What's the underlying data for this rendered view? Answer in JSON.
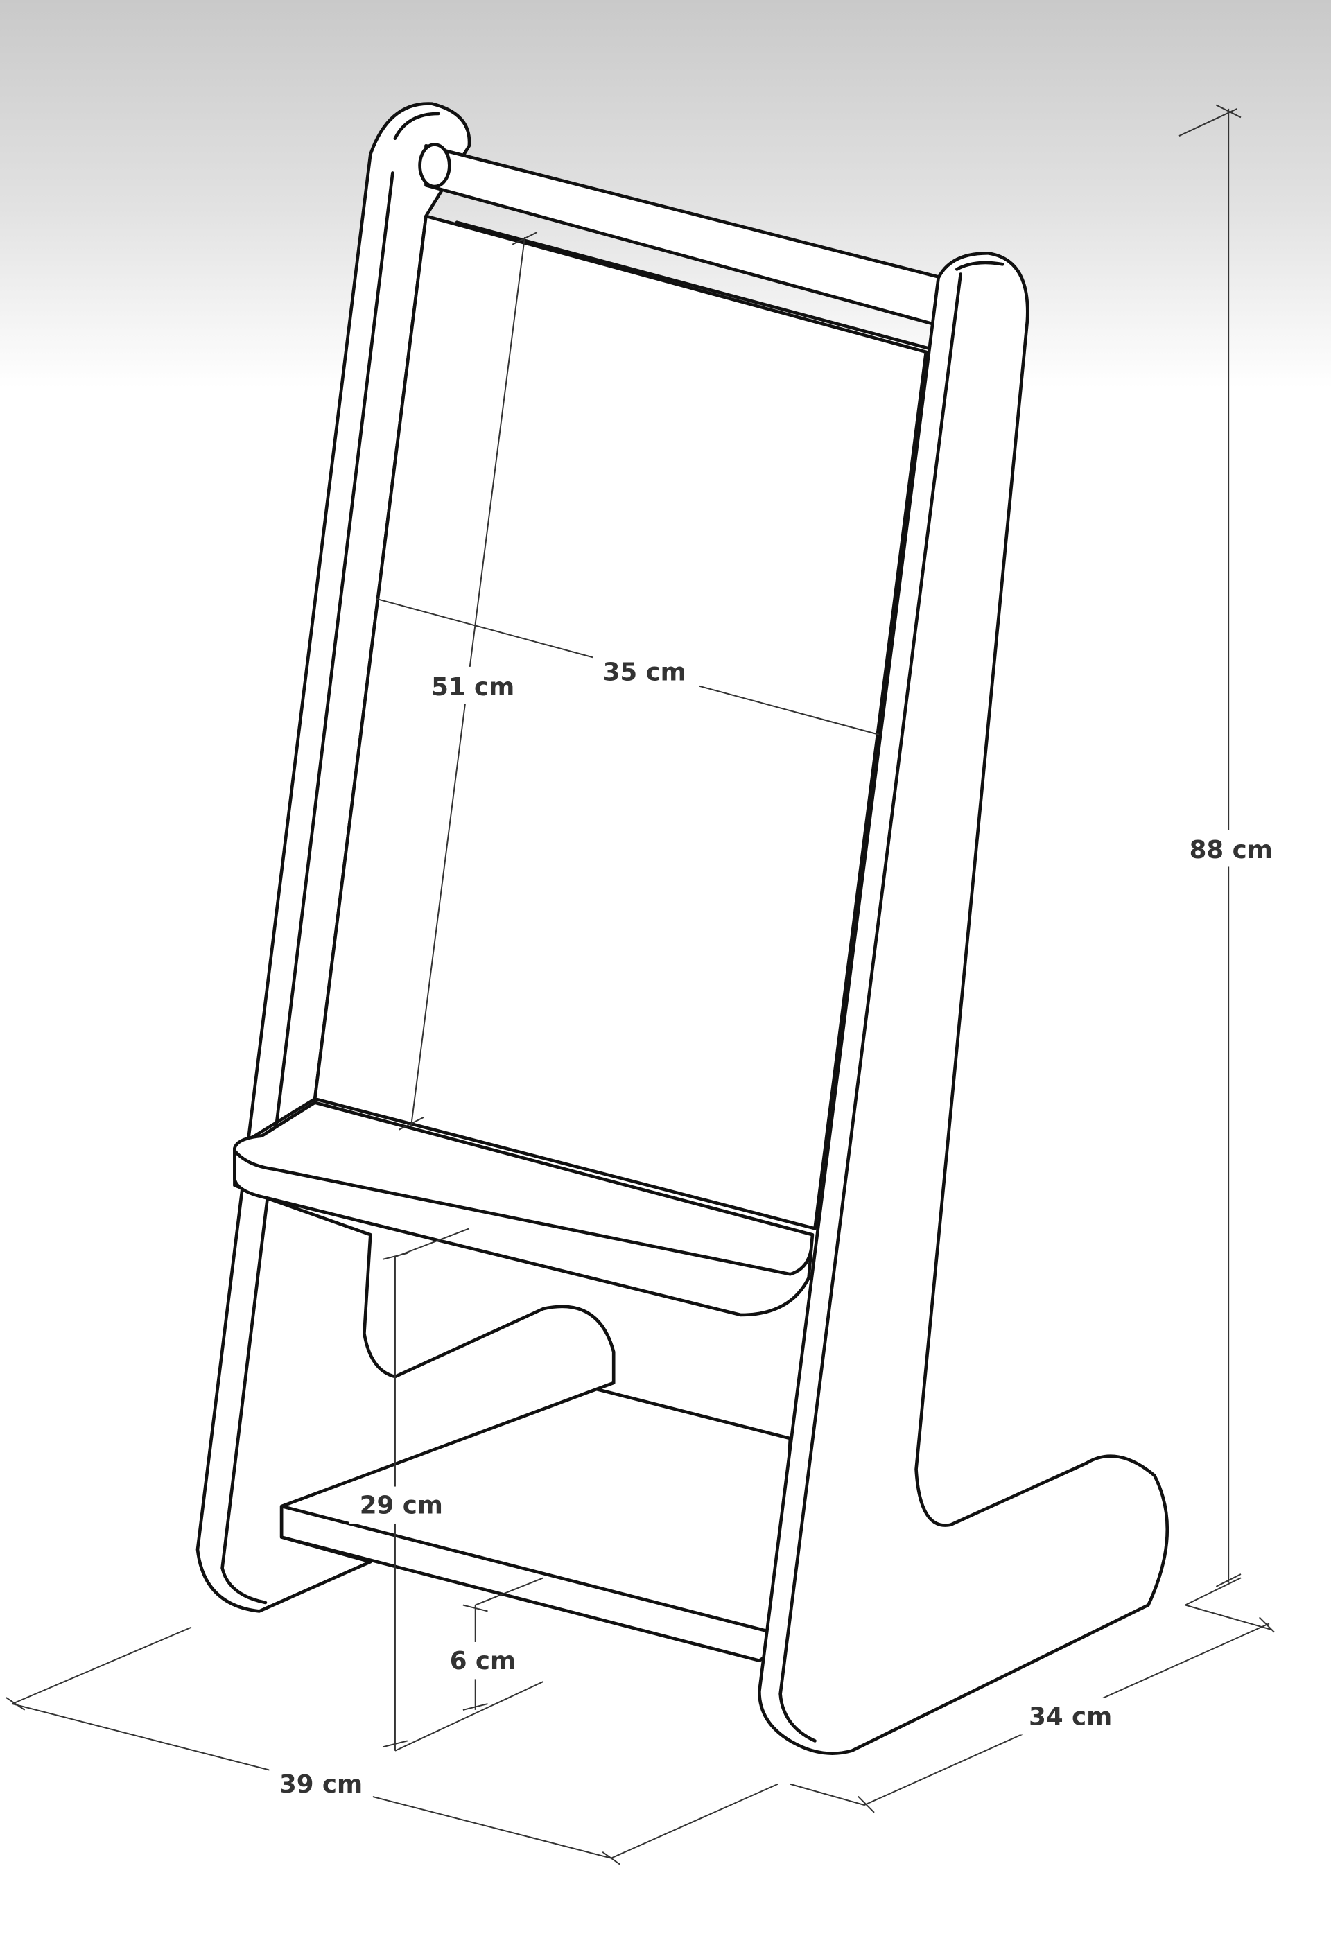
{
  "title": "Learning tower easel dimension drawing",
  "dimensions": {
    "overall_height": "88 cm",
    "board_height": "51 cm",
    "board_width": "35 cm",
    "step_height": "29 cm",
    "bottom_shelf_clearance": "6 cm",
    "width": "39 cm",
    "depth": "34 cm"
  },
  "colors": {
    "line": "#111111",
    "dimension": "#333333",
    "background_top": "#c9c9c9"
  }
}
